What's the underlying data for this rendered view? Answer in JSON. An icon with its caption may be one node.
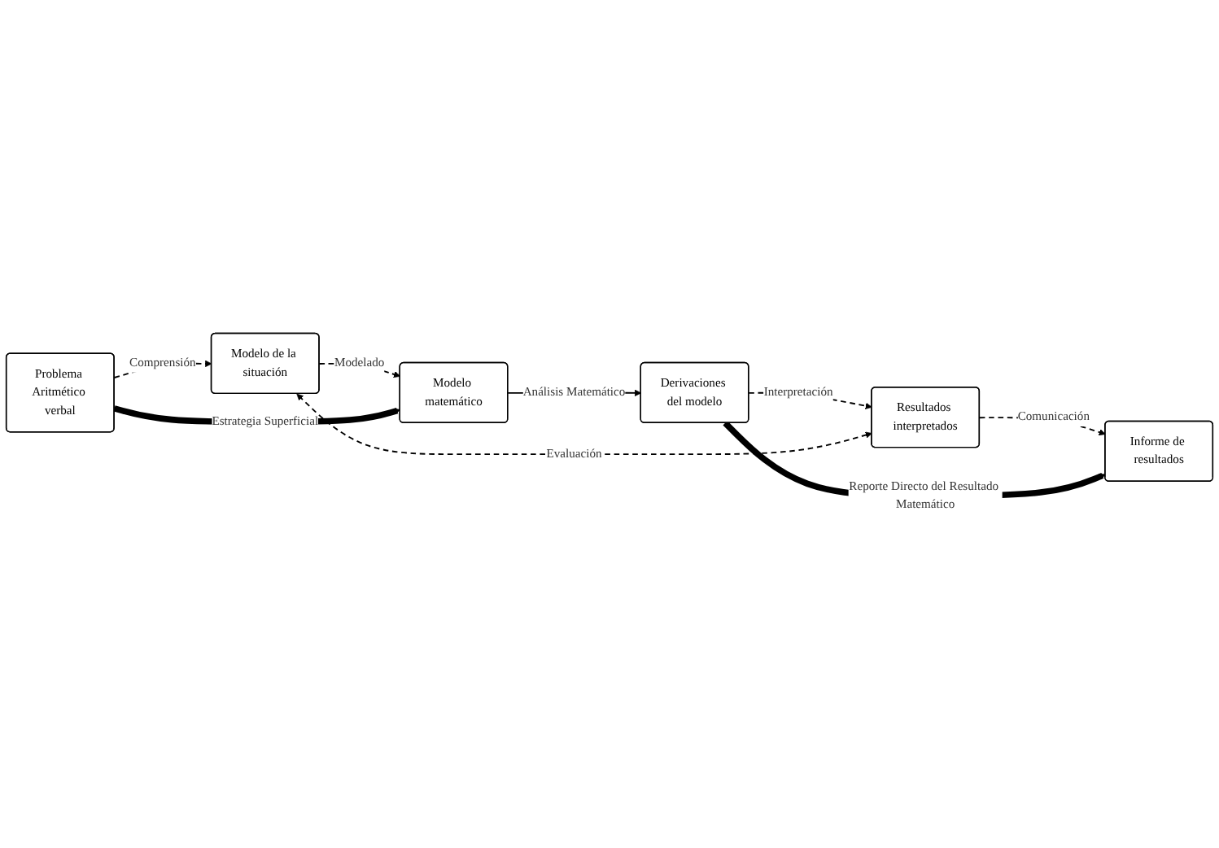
{
  "diagram": {
    "nodes": [
      {
        "text": [
          "Problema Aritmético verbal"
        ]
      },
      {
        "text": [
          "Modelo de la situación"
        ]
      },
      {
        "text": [
          "Modelo matemático"
        ]
      },
      {
        "text": [
          "Informe de resultados"
        ]
      },
      {
        "text": [
          "Resultados interpretados"
        ]
      },
      {
        "text": [
          "Derivaciones del modelo"
        ]
      }
    ],
    "edges": [
      {
        "from": 0,
        "to": 1,
        "arrow": "to",
        "label": "Comprensión",
        "style": "dashed"
      },
      {
        "from": 1,
        "to": 2,
        "arrow": "to",
        "label": "Modelado",
        "style": "dashed"
      },
      {
        "from": 2,
        "to": 5,
        "arrow": "to",
        "label": "Análisis Matemático"
      },
      {
        "from": 5,
        "to": 4,
        "arrow": "to",
        "label": "Interpretación",
        "style": "dashed"
      },
      {
        "from": 4,
        "to": 3,
        "arrow": "to",
        "label": "Comunicación",
        "style": "dashed"
      },
      {
        "from": 1,
        "to": 4,
        "arrow": "both",
        "label": "Evaluación",
        "style": "dashed"
      },
      {
        "from": 0,
        "to": 2,
        "arrow": "to",
        "label": "Estrategia Superficial",
        "style": "thick"
      },
      {
        "from": 5,
        "to": 3,
        "arrow": "to",
        "label": "Reporte Directo del Resultado Matemático",
        "style": "thick"
      }
    ]
  }
}
